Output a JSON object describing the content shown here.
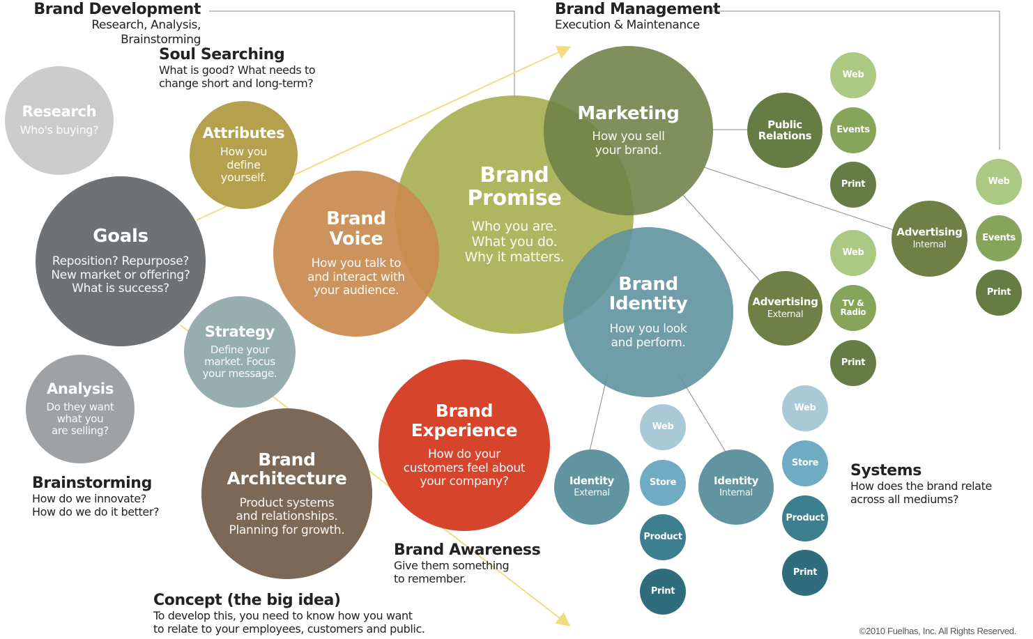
{
  "labels": {
    "brand_development": {
      "heading": "Brand Development",
      "desc": "Research, Analysis, Brainstorming"
    },
    "brand_management": {
      "heading": "Brand Management",
      "desc": "Execution & Maintenance"
    },
    "soul_searching": {
      "heading": "Soul Searching",
      "desc": "What is good? What needs to\nchange short and long-term?"
    },
    "brainstorming": {
      "heading": "Brainstorming",
      "desc": "How do we innovate?\nHow do we do it better?"
    },
    "brand_awareness": {
      "heading": "Brand Awareness",
      "desc": "Give them something\nto remember."
    },
    "concept": {
      "heading": "Concept (the big idea)",
      "desc": "To develop this, you need to know how you want\nto relate to your employees, customers and public."
    },
    "systems": {
      "heading": "Systems",
      "desc": "How does the brand relate\nacross all mediums?"
    }
  },
  "circles": {
    "research": {
      "title": "Research",
      "sub": "Who's buying?"
    },
    "attributes": {
      "title": "Attributes",
      "sub": "How you\ndefine\nyourself."
    },
    "goals": {
      "title": "Goals",
      "sub": "Reposition? Repurpose?\nNew market or offering?\nWhat is success?"
    },
    "brand_voice": {
      "title": "Brand\nVoice",
      "sub": "How you talk to\nand interact with\nyour audience."
    },
    "brand_promise": {
      "title": "Brand\nPromise",
      "sub": "Who you are.\nWhat you do.\nWhy it matters."
    },
    "marketing": {
      "title": "Marketing",
      "sub": "How you sell\nyour brand."
    },
    "brand_identity": {
      "title": "Brand\nIdentity",
      "sub": "How you look\nand perform."
    },
    "strategy": {
      "title": "Strategy",
      "sub": "Define your\nmarket. Focus\nyour message."
    },
    "analysis": {
      "title": "Analysis",
      "sub": "Do they want\nwhat you\nare selling?"
    },
    "brand_architecture": {
      "title": "Brand\nArchitecture",
      "sub": "Product systems\nand relationships.\nPlanning for growth."
    },
    "brand_experience": {
      "title": "Brand\nExperience",
      "sub": "How do your\ncustomers feel about\nyour company?"
    },
    "public_relations": {
      "title": "Public\nRelations",
      "sub": ""
    },
    "pr_web": {
      "title": "Web",
      "sub": ""
    },
    "pr_events": {
      "title": "Events",
      "sub": ""
    },
    "pr_print": {
      "title": "Print",
      "sub": ""
    },
    "adv_internal": {
      "title": "Advertising",
      "sub": "Internal"
    },
    "adi_web": {
      "title": "Web",
      "sub": ""
    },
    "adi_events": {
      "title": "Events",
      "sub": ""
    },
    "adi_print": {
      "title": "Print",
      "sub": ""
    },
    "adv_external": {
      "title": "Advertising",
      "sub": "External"
    },
    "ade_web": {
      "title": "Web",
      "sub": ""
    },
    "ade_tv": {
      "title": "TV &\nRadio",
      "sub": ""
    },
    "ade_print": {
      "title": "Print",
      "sub": ""
    },
    "identity_external": {
      "title": "Identity",
      "sub": "External"
    },
    "ide_web": {
      "title": "Web",
      "sub": ""
    },
    "ide_store": {
      "title": "Store",
      "sub": ""
    },
    "ide_product": {
      "title": "Product",
      "sub": ""
    },
    "ide_print": {
      "title": "Print",
      "sub": ""
    },
    "identity_internal": {
      "title": "Identity",
      "sub": "Internal"
    },
    "idi_web": {
      "title": "Web",
      "sub": ""
    },
    "idi_store": {
      "title": "Store",
      "sub": ""
    },
    "idi_product": {
      "title": "Product",
      "sub": ""
    },
    "idi_print": {
      "title": "Print",
      "sub": ""
    }
  },
  "colors": {
    "gray_light": "#cccccc",
    "gray_mid": "#9fa2a5",
    "gray_dark": "#6e7275",
    "mustard": "#b5a14d",
    "orange": "#c98a4f",
    "olive_light": "#a3ad4a",
    "olive_dark": "#6f7f45",
    "teal_gray": "#97aeaf",
    "brown": "#7c6856",
    "red": "#d6442c",
    "blue": "#5f94a0",
    "green_light": "#abc982",
    "green_mid": "#87a45b",
    "green_dark": "#667c45",
    "blue_light": "#a9c9d6",
    "blue_mid": "#6fabc3",
    "blue_dark": "#3d7f8f",
    "blue_darker": "#2f6d7c",
    "arrow": "#f1dc82",
    "line": "#8a8a8a"
  },
  "copyright": "©2010 Fuelhas, Inc. All Rights Reserved."
}
